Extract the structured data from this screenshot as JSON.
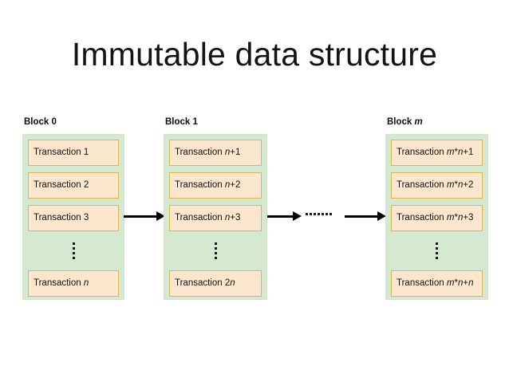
{
  "slide": {
    "title": "Immutable data structure",
    "background_color": "#ffffff"
  },
  "colors": {
    "block_fill": "#d5e8d0",
    "block_stroke": "#cfe2c9",
    "transaction_fill": "#fce6cd",
    "transaction_stroke": "#d6b656",
    "arrow": "#000000",
    "text": "#111111"
  },
  "diagram": {
    "type": "blockchain-linked-blocks",
    "blocks": [
      {
        "label_prefix": "Block ",
        "label_value": "0",
        "label_italic": false,
        "rows": [
          {
            "prefix": "Transaction ",
            "value": "1",
            "italic_part": ""
          },
          {
            "prefix": "Transaction ",
            "value": "2",
            "italic_part": ""
          },
          {
            "prefix": "Transaction ",
            "value": "3",
            "italic_part": ""
          },
          {
            "ellipsis": true
          },
          {
            "prefix": "Transaction ",
            "value": "",
            "italic_part": "n"
          }
        ]
      },
      {
        "label_prefix": "Block ",
        "label_value": "1",
        "label_italic": false,
        "rows": [
          {
            "prefix": "Transaction ",
            "italic_part": "n",
            "value": "+1"
          },
          {
            "prefix": "Transaction ",
            "italic_part": "n",
            "value": "+2"
          },
          {
            "prefix": "Transaction ",
            "italic_part": "n",
            "value": "+3"
          },
          {
            "ellipsis": true
          },
          {
            "prefix": "Transaction 2",
            "italic_part": "n",
            "value": ""
          }
        ]
      },
      {
        "label_prefix": "Block ",
        "label_value": "m",
        "label_italic": true,
        "rows": [
          {
            "prefix": "Transaction ",
            "italic_part": "m",
            "mid": "*",
            "italic_part2": "n",
            "value": "+1"
          },
          {
            "prefix": "Transaction ",
            "italic_part": "m",
            "mid": "*",
            "italic_part2": "n",
            "value": "+2"
          },
          {
            "prefix": "Transaction ",
            "italic_part": "m",
            "mid": "*",
            "italic_part2": "n",
            "value": "+3"
          },
          {
            "ellipsis": true
          },
          {
            "prefix": "Transaction ",
            "italic_part": "m",
            "mid": "*",
            "italic_part2": "n",
            "value": "+",
            "italic_part3": "n"
          }
        ]
      }
    ],
    "connectors": [
      {
        "name": "arrow-block0-to-block1"
      },
      {
        "name": "arrow-block1-to-ellipsis"
      },
      {
        "name": "horizontal-ellipsis",
        "dot_count": 7
      },
      {
        "name": "arrow-ellipsis-to-blockm"
      }
    ],
    "vertical_ellipsis_dot_count": 4
  }
}
